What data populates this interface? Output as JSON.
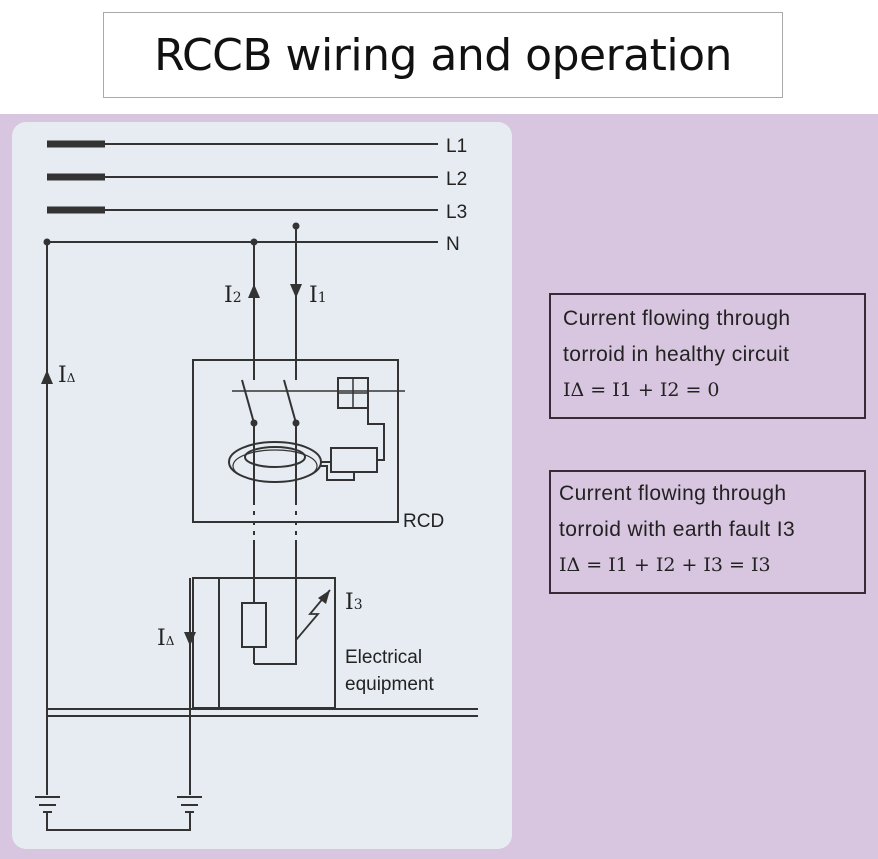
{
  "title": "RCCB wiring and operation",
  "colors": {
    "panel_bg": "#d8c5df",
    "diagram_bg": "#e6ecf2",
    "line": "#333333",
    "box_border": "#3b2a35"
  },
  "diagram": {
    "bus_labels": [
      "L1",
      "L2",
      "L3",
      "N"
    ],
    "current_labels": {
      "i_delta_left": "I",
      "i_delta_left_sub": "Δ",
      "i2": "I",
      "i2_sub": "2",
      "i1": "I",
      "i1_sub": "1",
      "i3": "I",
      "i3_sub": "3",
      "i_delta_mid": "I",
      "i_delta_mid_sub": "Δ"
    },
    "rcd_label": "RCD",
    "equipment_label_line1": "Electrical",
    "equipment_label_line2": "equipment"
  },
  "info_boxes": [
    {
      "line1": "Current flowing through",
      "line2": "torroid in healthy circuit",
      "formula": "IΔ = I1 + I2 = 0"
    },
    {
      "line1": "Current flowing through",
      "line2": "torroid with earth fault I3",
      "formula": "IΔ = I1 + I2 + I3 = I3"
    }
  ]
}
